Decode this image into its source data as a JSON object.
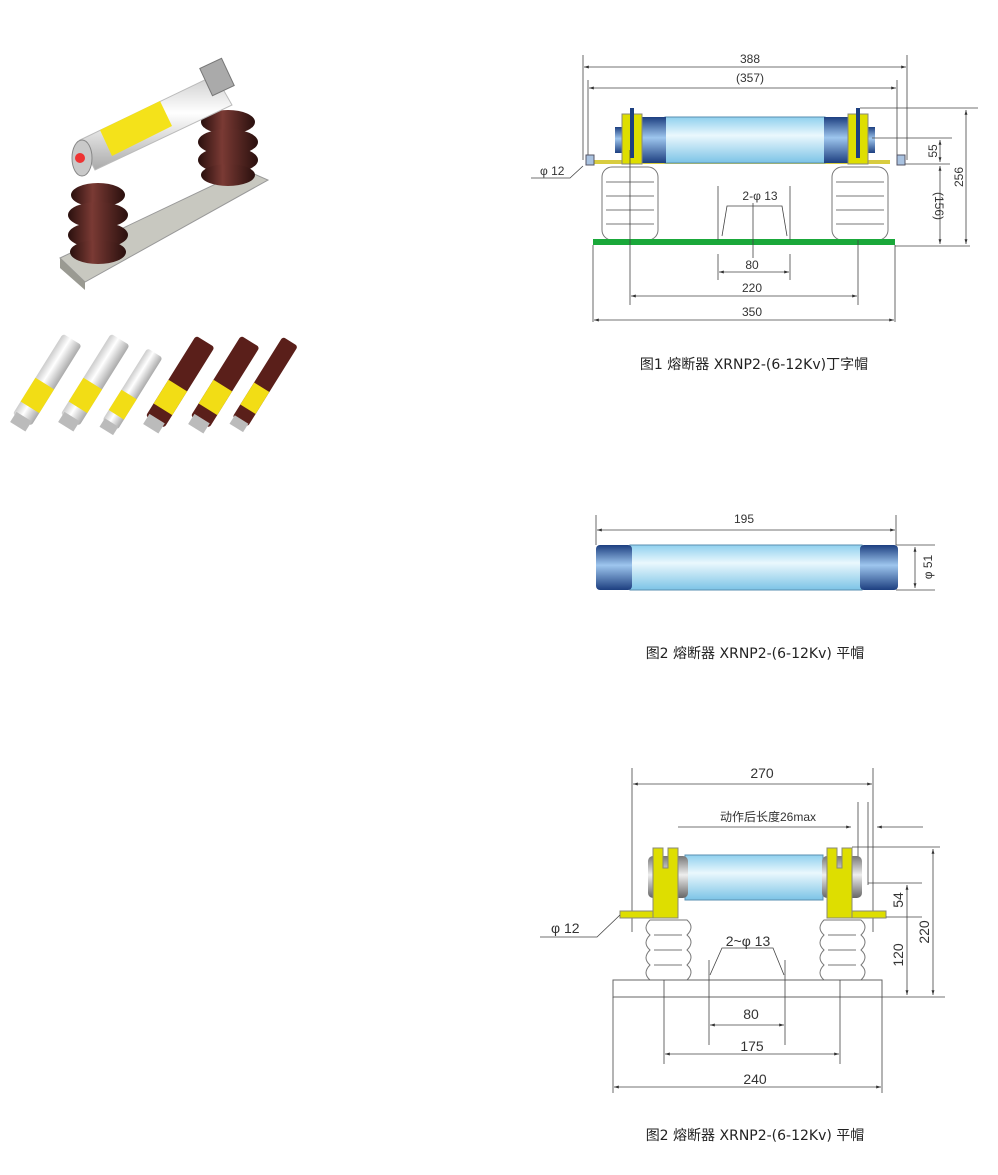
{
  "photos": {
    "mounted_fuse": "fuse-with-base-photo",
    "fuse_set": "fuse-cartridges-photo"
  },
  "fig1": {
    "caption": "图1 熔断器 XRNP2-(6-12Kv)丁字帽",
    "dims": {
      "overall": "388",
      "inner": "(357)",
      "hole_dia": "φ 12",
      "holes": "2-φ 13",
      "hole_spacing": "80",
      "insulator_spacing": "220",
      "base_length": "350",
      "cap_height": "55",
      "height_total": "256",
      "height_axis": "(156)"
    }
  },
  "fig2": {
    "caption": "图2 熔断器 XRNP2-(6-12Kv) 平帽",
    "dims": {
      "length": "195",
      "diameter": "φ 51"
    }
  },
  "fig3": {
    "caption": "图2 熔断器 XRNP2-(6-12Kv) 平帽",
    "dims": {
      "overall": "270",
      "after_operation": "动作后长度26max",
      "hole_dia": "φ 12",
      "holes": "2~φ 13",
      "hole_spacing": "80",
      "insulator_spacing": "175",
      "base_length": "240",
      "cap_height": "54",
      "axis_height": "120",
      "height_total": "220"
    }
  },
  "colors": {
    "tube": "#bfe6f5",
    "cap": "#2a5aa0",
    "bracket": "#dede00",
    "base_green": "#1aa83a",
    "insulator_brown": "#4a2320"
  }
}
